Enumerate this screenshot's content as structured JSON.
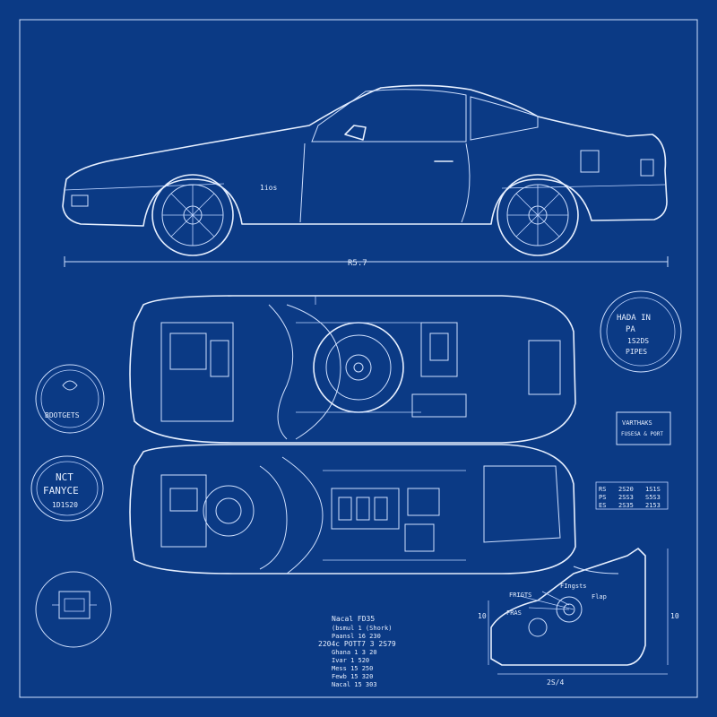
{
  "colors": {
    "background": "#0b3a85",
    "line": "#e6efff"
  },
  "side_view": {
    "badge": "1ios",
    "dimension": "R5.7"
  },
  "stamps": {
    "top_right": {
      "line1": "HADA IN",
      "line2": "PA",
      "line3": "1S2DS",
      "line4": "PIPES"
    },
    "left_round": {
      "text": "BDOTGETS"
    },
    "left_oval": {
      "line1": "NCT",
      "line2": "FANYCE",
      "line3": "1D1S20"
    },
    "right_label": {
      "line1": "VARTHAKS",
      "line2": "FUSESA & PORT"
    }
  },
  "spec_table": {
    "rows": [
      [
        "RS",
        "2S20",
        "1S1S"
      ],
      [
        "PS",
        "2SS3",
        "S5S3"
      ],
      [
        "ES",
        "2S35",
        "2153"
      ]
    ]
  },
  "notes": {
    "lines": [
      "Nacal FD35",
      "(bsmul 1 (Shork)",
      "Paansl 16 230",
      "2204c POTT7 3 2S79",
      "Ghana 1 3 20",
      "Ivar 1 520",
      "Mess 15 250",
      "Fewb 15 320",
      "Nacal 15 303"
    ]
  },
  "engine_detail": {
    "label1": "FRIGTS",
    "label2": "FIngsts",
    "label3": "FRAS",
    "label4": "Flap",
    "dim_left": "10",
    "dim_bottom": "2S/4",
    "dim_right": "10"
  }
}
